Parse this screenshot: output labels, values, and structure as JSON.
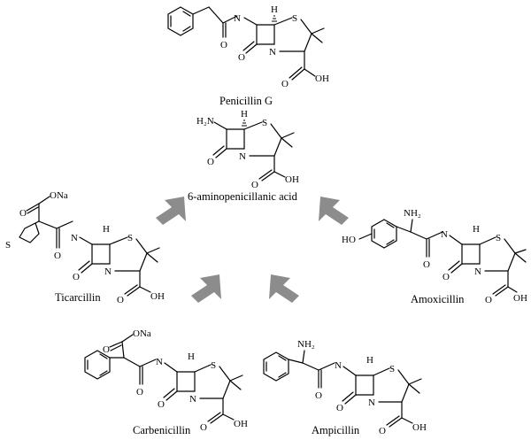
{
  "molecules": {
    "penicillin_g": {
      "name": "Penicillin G",
      "atoms": {
        "nh": "N",
        "h": "H",
        "s": "S",
        "o": "O",
        "n": "N",
        "oh": "O",
        "acid": "OH"
      }
    },
    "apa": {
      "name": "6-aminopenicillanic acid",
      "atoms": {
        "nh2": "H₂N",
        "h": "H",
        "s": "S",
        "o": "O",
        "n": "N",
        "oh": "O",
        "acid": "OH"
      }
    },
    "ticarcillin": {
      "name": "Ticarcillin",
      "atoms": {
        "ona": "ONa",
        "o1": "O",
        "thio_s": "S",
        "nh": "N",
        "h": "H",
        "s": "S",
        "o": "O",
        "n": "N",
        "oh": "O",
        "acid": "OH"
      }
    },
    "amoxicillin": {
      "name": "Amoxicillin",
      "atoms": {
        "ho": "HO",
        "nh2": "NH₂",
        "nh": "N",
        "o_amide": "O",
        "h": "H",
        "s": "S",
        "o": "O",
        "n": "N",
        "oh": "O",
        "acid": "OH"
      }
    },
    "carbenicillin": {
      "name": "Carbenicillin",
      "atoms": {
        "ona": "ONa",
        "o1": "O",
        "o_amide": "O",
        "nh": "N",
        "h": "H",
        "s": "S",
        "o": "O",
        "n": "N",
        "oh": "O",
        "acid": "OH"
      }
    },
    "ampicillin": {
      "name": "Ampicillin",
      "atoms": {
        "nh2": "NH₂",
        "nh": "N",
        "o_amide": "O",
        "h": "H",
        "s": "S",
        "o": "O",
        "n": "N",
        "oh": "O",
        "acid": "OH"
      }
    }
  },
  "colors": {
    "arrow": "#8c8c8c",
    "line": "#000000"
  }
}
